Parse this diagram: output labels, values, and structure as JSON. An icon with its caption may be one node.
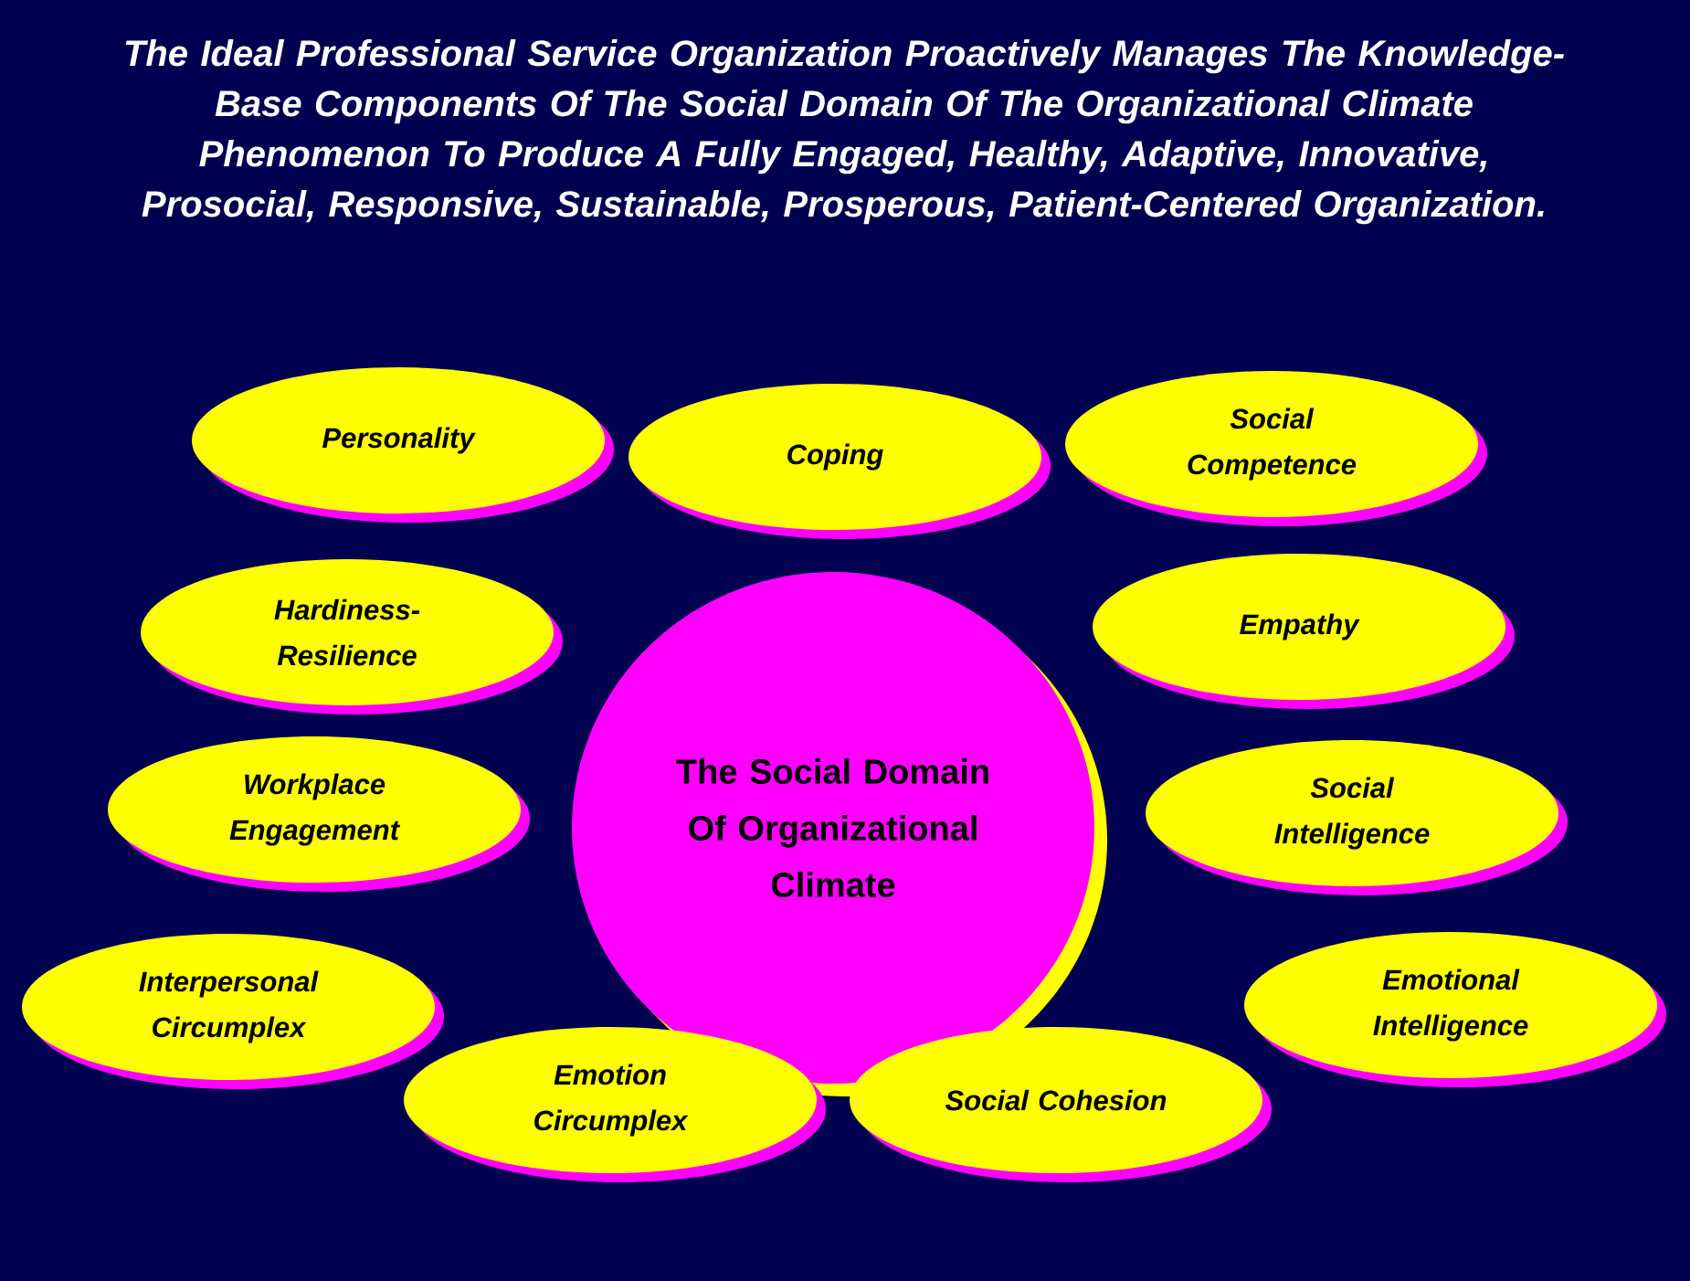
{
  "diagram": {
    "title": "The Ideal Professional Service Organization Proactively Manages The Knowledge-Base Components Of  The Social Domain Of The Organizational Climate Phenomenon To Produce A Fully Engaged, Healthy, Adaptive, Innovative, Prosocial, Responsive, Sustainable, Prosperous, Patient-Centered Organization.",
    "nodes": [
      {
        "text": [
          "Personality"
        ]
      },
      {
        "text": [
          "Coping"
        ]
      },
      {
        "text": [
          "Social Competence"
        ]
      },
      {
        "text": [
          "Hardiness-Resilience"
        ]
      },
      {
        "text": [
          "Empathy"
        ]
      },
      {
        "text": [
          "The Social Domain Of Organizational Climate"
        ]
      },
      {
        "text": [
          "Workplace Engagement"
        ]
      },
      {
        "text": [
          "Social Intelligence"
        ]
      },
      {
        "text": [
          "Interpersonal Circumplex"
        ]
      },
      {
        "text": [
          "Emotional Intelligence"
        ]
      },
      {
        "text": [
          "Emotion Circumplex"
        ]
      },
      {
        "text": [
          "Social Cohesion"
        ]
      }
    ]
  }
}
